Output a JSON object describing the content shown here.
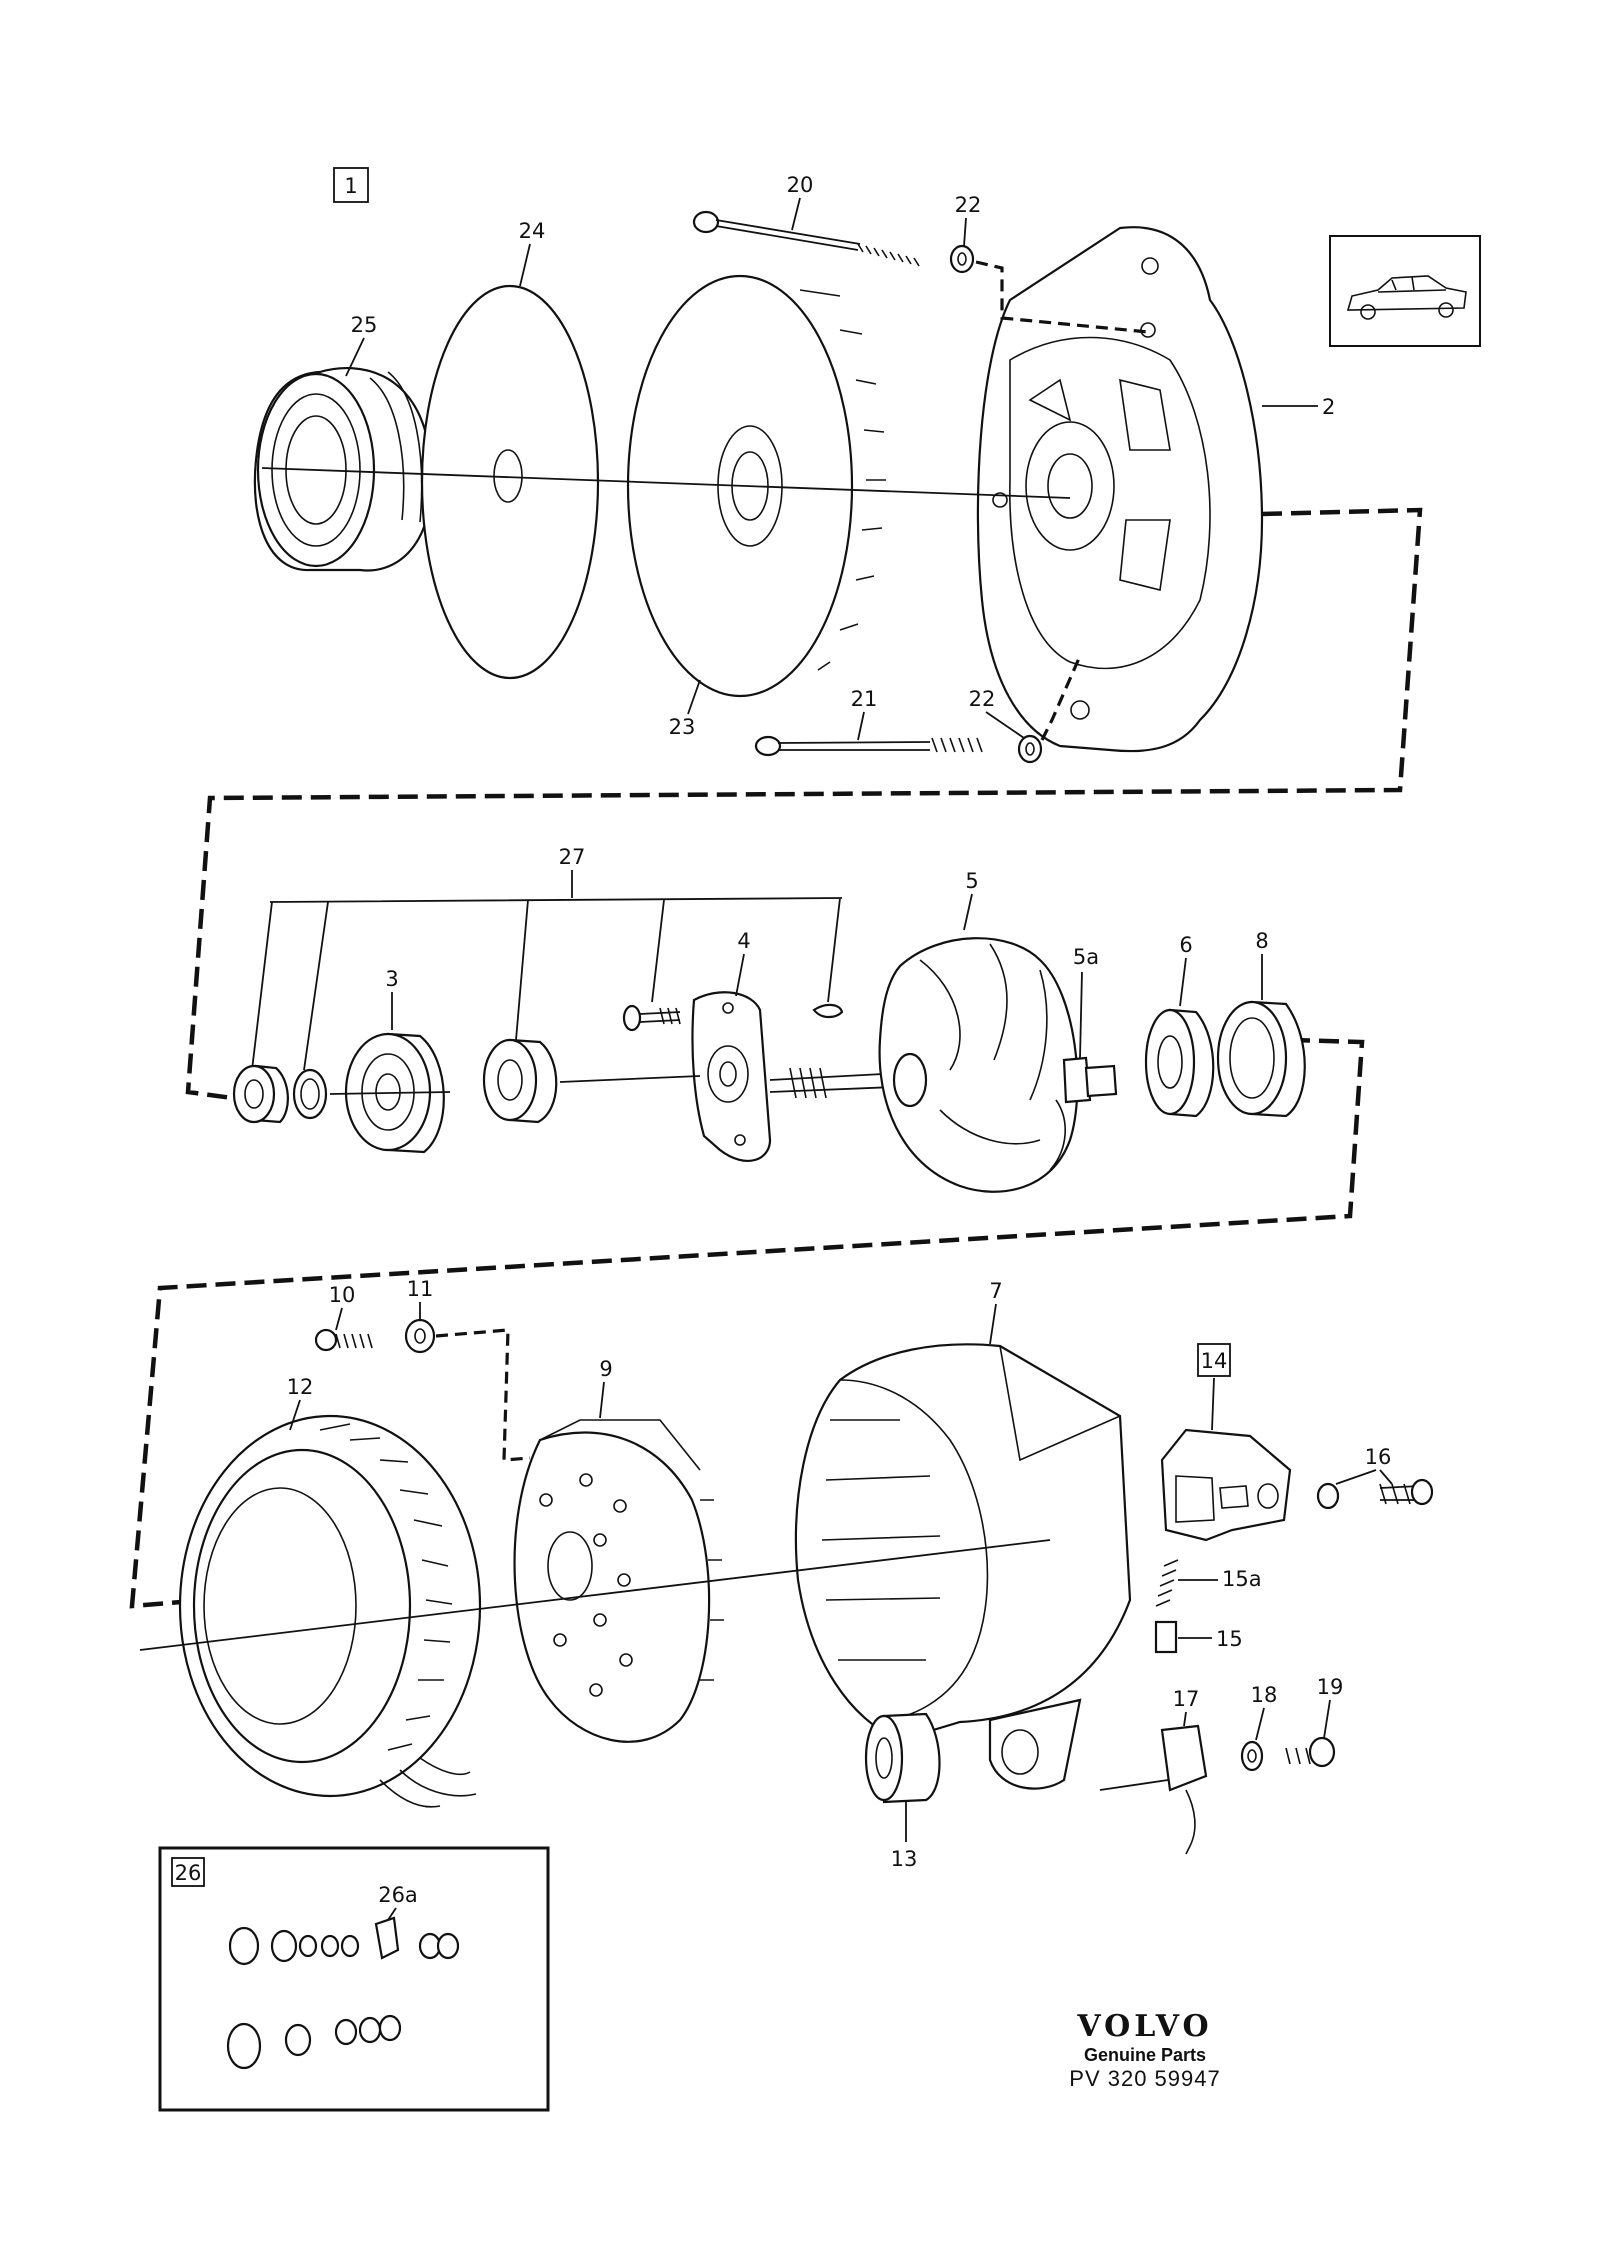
{
  "labels": {
    "box_1": "1",
    "p20": "20",
    "p22_top": "22",
    "p24": "24",
    "p25": "25",
    "p2": "2",
    "p23": "23",
    "p21": "21",
    "p22_bottom": "22",
    "p27": "27",
    "p5": "5",
    "p4": "4",
    "p3": "3",
    "p5a": "5a",
    "p6": "6",
    "p8": "8",
    "p10": "10",
    "p11": "11",
    "p7": "7",
    "p9": "9",
    "box_14": "14",
    "p12": "12",
    "p16": "16",
    "p15a": "15a",
    "p15": "15",
    "p17": "17",
    "p18": "18",
    "p19": "19",
    "p13": "13",
    "box_26": "26",
    "p26a": "26a"
  },
  "brand": {
    "name": "VOLVO",
    "tagline": "Genuine Parts",
    "part_number": "PV 320 59947"
  }
}
